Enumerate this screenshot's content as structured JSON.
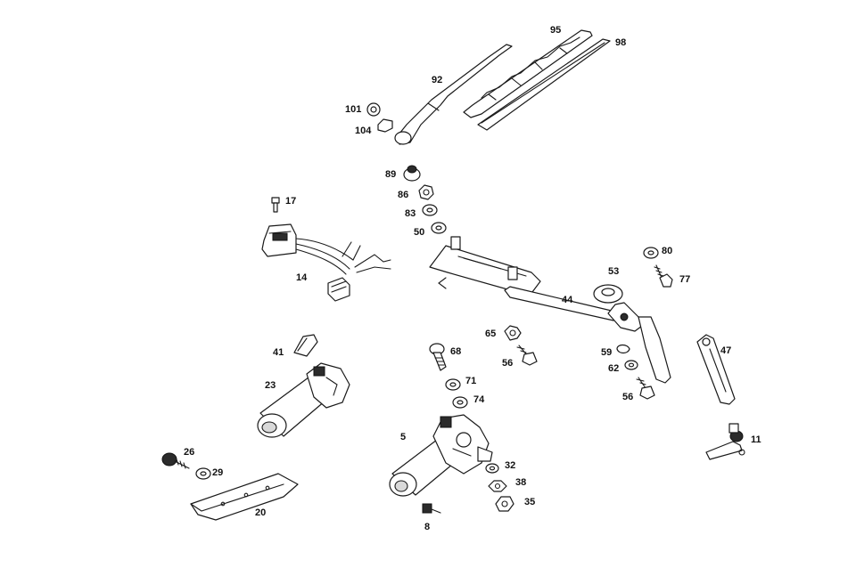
{
  "labels": {
    "p92": "92",
    "p95": "95",
    "p98": "98",
    "p101": "101",
    "p104": "104",
    "p89": "89",
    "p86": "86",
    "p83": "83",
    "p50": "50",
    "p17": "17",
    "p14": "14",
    "p44": "44",
    "p53": "53",
    "p80": "80",
    "p77": "77",
    "p65": "65",
    "p56a": "56",
    "p59": "59",
    "p62": "62",
    "p56b": "56",
    "p47": "47",
    "p11": "11",
    "p41": "41",
    "p23": "23",
    "p68": "68",
    "p71": "71",
    "p74": "74",
    "p5": "5",
    "p32": "32",
    "p38": "38",
    "p35": "35",
    "p8": "8",
    "p26": "26",
    "p29": "29",
    "p20": "20"
  }
}
